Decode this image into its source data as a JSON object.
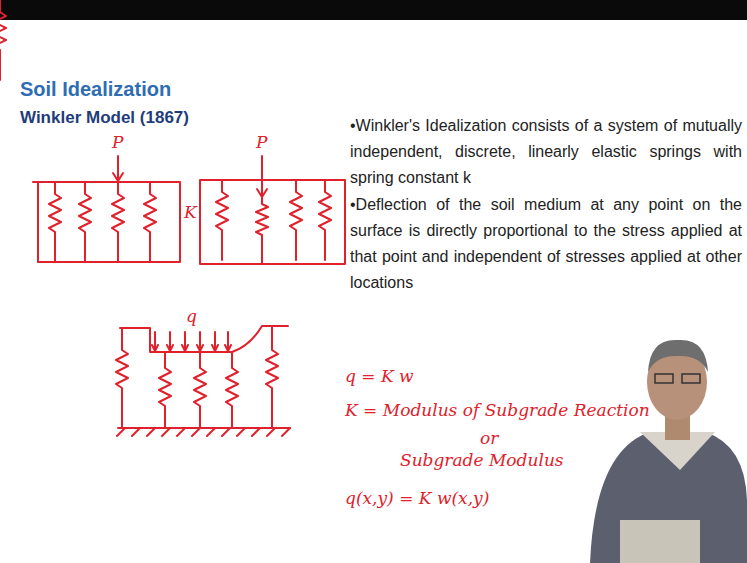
{
  "diagram": {
    "title": "Soil Idealization",
    "labels": [
      "Winkler Model (1867)",
      "•Winkler's Idealization consists of a system of mutually independent, discrete, linearly elastic springs with spring constant k",
      "•Deflection of the soil medium at any point on the surface is directly proportional to the stress applied at that point and independent of stresses applied at other locations",
      "P",
      "P",
      "K",
      "q",
      "q = K w",
      "K = Modulus of Subgrade Reaction",
      "or",
      "Subgrade Modulus",
      "q(x,y) = K w(x,y)"
    ]
  }
}
